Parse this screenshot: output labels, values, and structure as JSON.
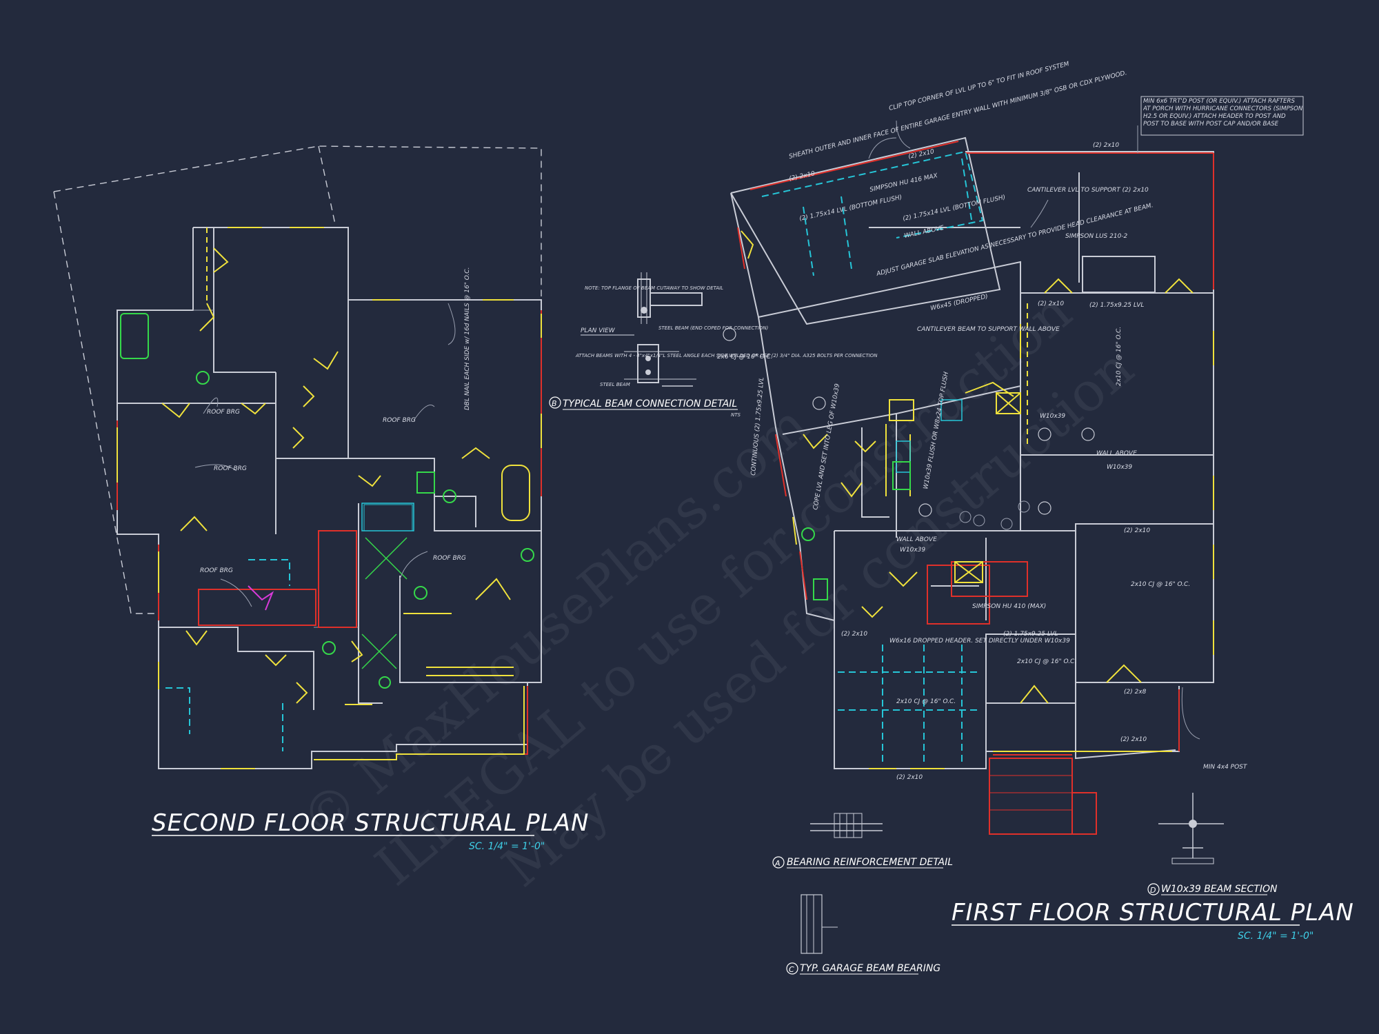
{
  "second_floor": {
    "title": "SECOND FLOOR STRUCTURAL PLAN",
    "scale": "SC. 1/4\" = 1'-0\"",
    "labels": {
      "roof_brg_1": "ROOF BRG",
      "roof_brg_2": "ROOF BRG",
      "roof_brg_3": "ROOF BRG",
      "roof_brg_4": "ROOF BRG",
      "roof_brg_5": "ROOF BRG",
      "dbl_nail": "DBL NAIL EACH SIDE w/ 16d NAILS @ 16\" O.C."
    }
  },
  "first_floor": {
    "title": "FIRST FLOOR STRUCTURAL PLAN",
    "scale": "SC. 1/4\" = 1'-0\"",
    "notes": {
      "clip_top": "CLIP TOP CORNER OF LVL UP TO 6\" TO FIT IN ROOF SYSTEM",
      "sheath": "SHEATH OUTER AND INNER FACE OF ENTIRE GARAGE ENTRY WALL WITH MINIMUM 3/8\" OSB OR CDX PLYWOOD.",
      "min_post": "MIN 6x6 TRT'D POST (OR EQUIV.) ATTACH RAFTERS AT PORCH WITH HURRICANE CONNECTORS (SIMPSON H2.5 OR EQUIV.) ATTACH HEADER TO POST AND POST TO BASE WITH POST CAP AND/OR BASE",
      "cantilever_1": "CANTILEVER LVL TO SUPPORT (2) 2x10",
      "simpson_lus": "SIMPSON LUS 210-2",
      "simpson_hu": "SIMPSON HU 416 MAX",
      "lvl_flush_1": "(2) 1.75x14 LVL (BOTTOM FLUSH)",
      "lvl_flush_2": "(2) 1.75x14 LVL (BOTTOM FLUSH)",
      "wall_above_1": "WALL ABOVE",
      "adjust_slab": "ADJUST GARAGE SLAB ELEVATION AS NECESSARY TO PROVIDE HEAD CLEARANCE AT BEAM.",
      "w6x45": "W6x45 (DROPPED)",
      "cantilever_2": "CANTILEVER BEAM TO SUPPORT WALL ABOVE",
      "w10x39_1": "W10x39",
      "wall_above_2": "WALL ABOVE",
      "w10x39_2": "W10x39",
      "cope_lvl": "COPE LVL AND SET INTO LEG OF W10x39",
      "w10x39_flush": "W10x39 FLUSH OR W8x24 TOP FLUSH",
      "wall_above_3": "WALL ABOVE",
      "w10x39_3": "W10x39",
      "simpson_hu410": "SIMPSON HU 410 (MAX)",
      "w6x16": "W6x16 DROPPED HEADER. SET DIRECTLY UNDER W10x39",
      "lvl_175_1": "(2) 1.75x9.25 LVL",
      "lvl_175_2": "(2) 1.75x9.25 LVL",
      "cj_2x10_1": "2x10 CJ @ 16\" O.C.",
      "cj_2x10_2": "2x10 CJ @ 16\" O.C.",
      "cj_2x10_3": "2x10 CJ @ 16\" O.C.",
      "cj_2x10_4": "2x10 CJ @ 16\" O.C.",
      "cj_2x6": "2x6 CJ @ 16\" O.C.",
      "min_4x4": "MIN 4x4 POST",
      "continuous_lvl": "CONTINUOUS (2) 1.75x9.25 LVL",
      "h_2x10_1": "(2) 2x10",
      "h_2x10_2": "(2) 2x10",
      "h_2x10_3": "(2) 2x10",
      "h_2x10_4": "(2) 2x10",
      "h_2x10_5": "(2) 2x10",
      "h_2x10_6": "(2) 2x10",
      "h_2x10_7": "(2) 2x10",
      "h_2x10_8": "(2) 2x10",
      "h_2x8": "(2) 2x8"
    }
  },
  "details": {
    "typ_beam": "TYPICAL BEAM CONNECTION DETAIL",
    "typ_beam_mark": "B",
    "plan_view": "PLAN VIEW",
    "note_top_flange": "NOTE: TOP FLANGE OF BEAM CUTAWAY TO SHOW DETAIL",
    "steel_beam_end": "STEEL BEAM (END COPED FOR CONNECTION)",
    "attach_beams": "ATTACH BEAMS WITH 4 - 4\"x4\"x1/4\"L STEEL ANGLE EACH SIDE WELDED OR USE (2) 3/4\" DIA. A325 BOLTS PER CONNECTION",
    "steel_beam": "STEEL BEAM",
    "bearing_reinf": "BEARING REINFORCEMENT DETAIL",
    "bearing_mark": "A",
    "garage_beam": "TYP. GARAGE BEAM BEARING",
    "garage_mark": "C",
    "w10_section": "W10x39 BEAM SECTION",
    "w10_mark": "D",
    "nts": "NTS"
  },
  "watermark": {
    "line1": "© MaxHousePlans.com",
    "line2": "ILLEGAL to use for construction",
    "line3": "May be used for construction"
  },
  "colors": {
    "background": "#232a3d",
    "wall": "#c9ccd6",
    "yellow": "#f0e23c",
    "red": "#e0302a",
    "cyan": "#26c6d8",
    "green": "#35d94a",
    "magenta": "#d93ad9"
  }
}
